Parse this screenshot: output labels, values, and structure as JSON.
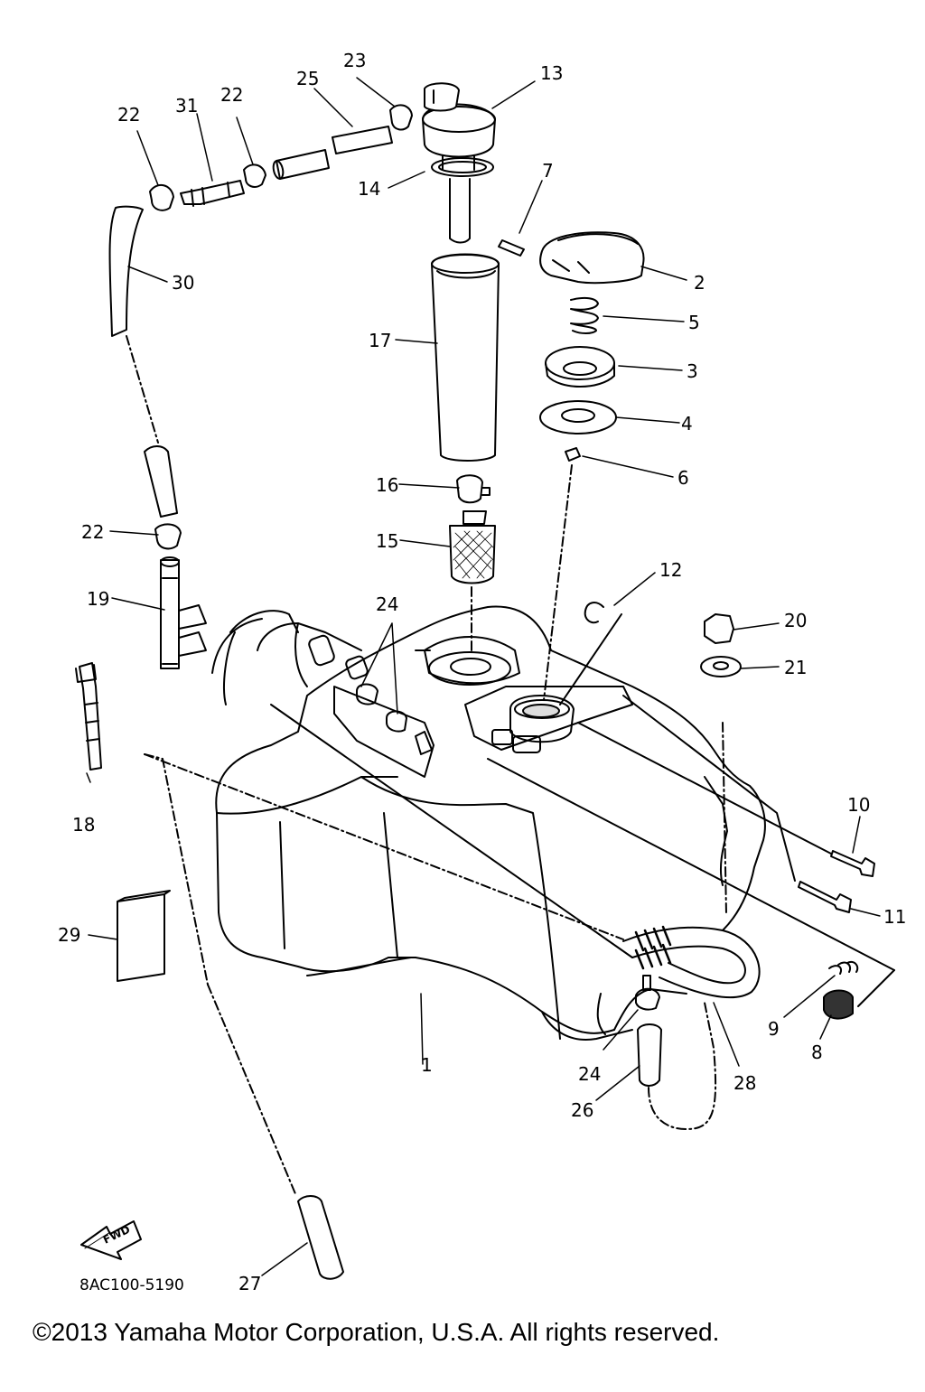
{
  "diagram": {
    "part_number": "8AC100-5190",
    "copyright": "©2013 Yamaha Motor Corporation, U.S.A. All rights reserved.",
    "forward_arrow_label": "FWD",
    "callouts": {
      "c1": "1",
      "c2": "2",
      "c3": "3",
      "c4": "4",
      "c5": "5",
      "c6": "6",
      "c7": "7",
      "c8": "8",
      "c9": "9",
      "c10": "10",
      "c11": "11",
      "c12": "12",
      "c13": "13",
      "c14": "14",
      "c15": "15",
      "c16": "16",
      "c17": "17",
      "c18": "18",
      "c19": "19",
      "c20": "20",
      "c21": "21",
      "c22a": "22",
      "c22b": "22",
      "c22c": "22",
      "c23": "23",
      "c24a": "24",
      "c24b": "24",
      "c25": "25",
      "c26": "26",
      "c27": "27",
      "c28": "28",
      "c29": "29",
      "c30": "30",
      "c31": "31"
    }
  }
}
